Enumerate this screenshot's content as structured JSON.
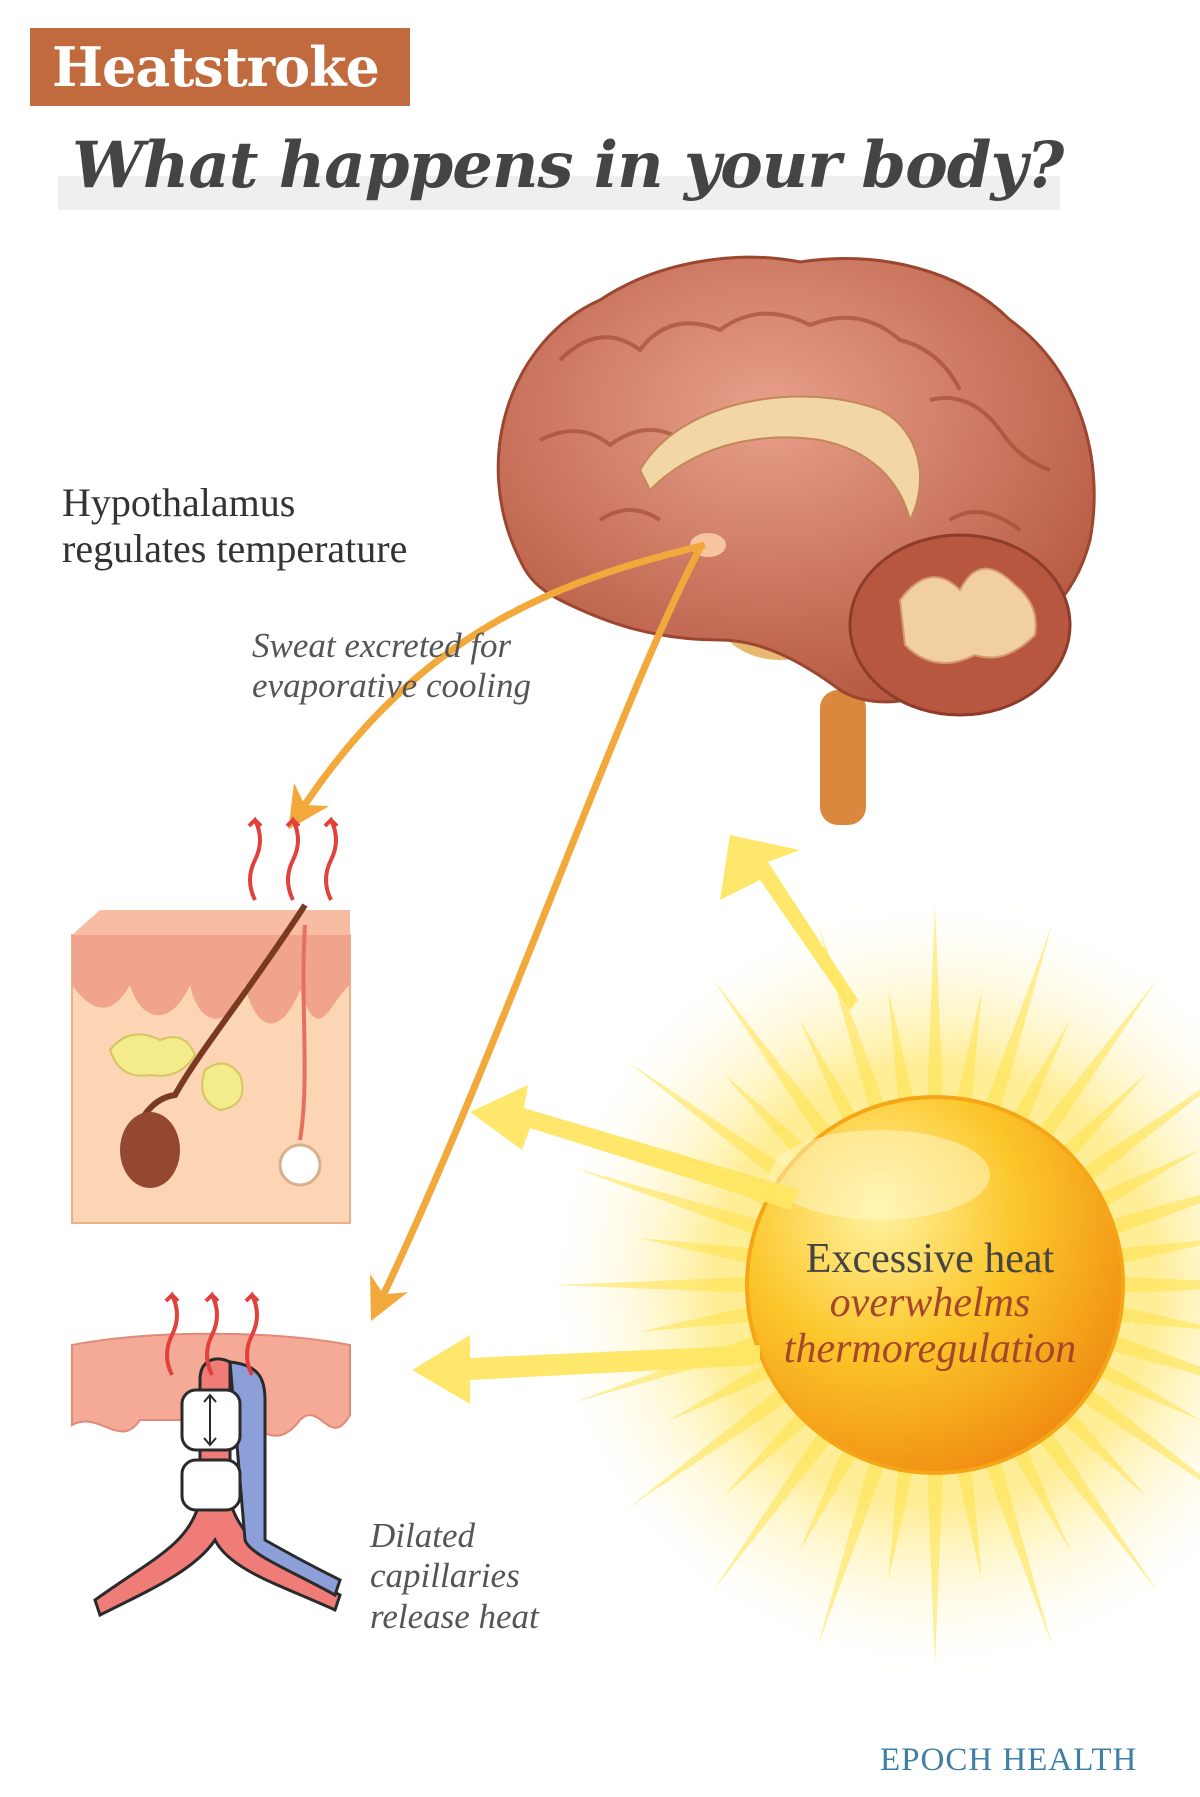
{
  "title": "Heatstroke",
  "subtitle": "What happens in your body?",
  "labels": {
    "hypothalamus_line1": "Hypothalamus",
    "hypothalamus_line2": "regulates temperature",
    "sweat_line1": "Sweat excreted for",
    "sweat_line2": "evaporative cooling",
    "capillaries_line1": "Dilated",
    "capillaries_line2": "capillaries",
    "capillaries_line3": "release heat",
    "sun_line1": "Excessive heat",
    "sun_line2": "overwhelms",
    "sun_line3": "thermoregulation"
  },
  "brand": "EPOCH HEALTH",
  "colors": {
    "title_bg": "#c06a3d",
    "arrow_orange": "#f2a83a",
    "sun_core": "#f7b51e",
    "brand_blue": "#3e7fa6",
    "heat_red": "#e2403a"
  }
}
